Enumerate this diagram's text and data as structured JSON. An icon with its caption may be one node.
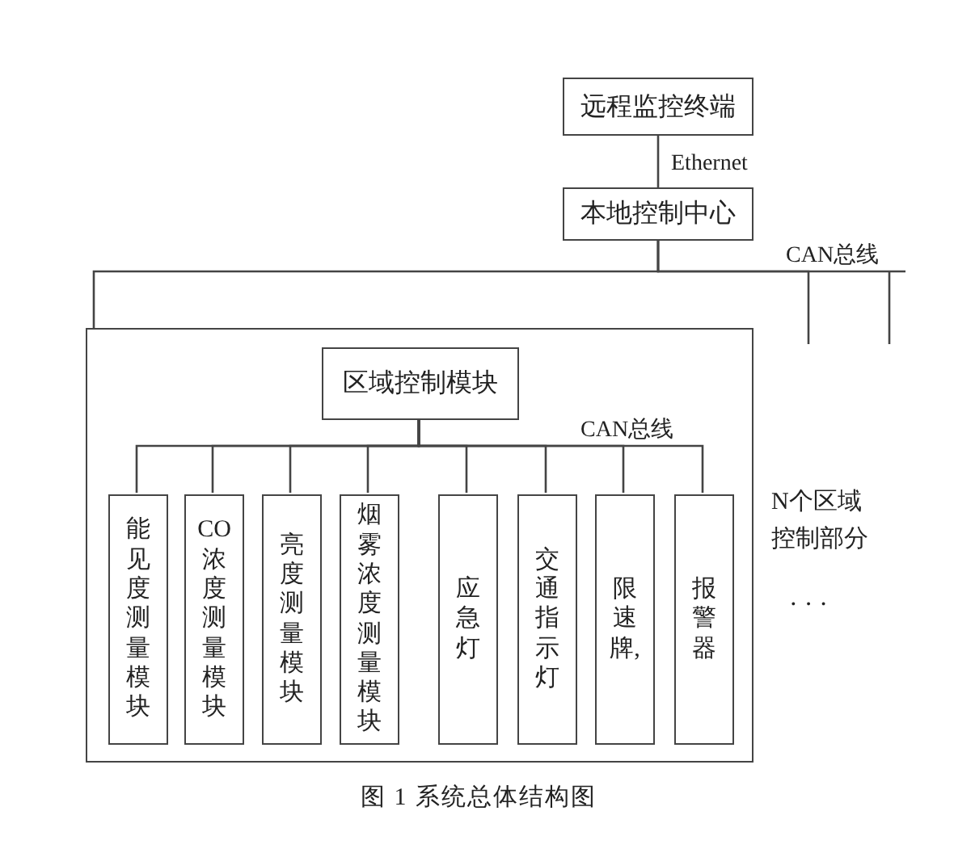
{
  "diagram": {
    "caption": "图 1 系统总体结构图",
    "nodes": [
      {
        "text": [
          "远程监控终端"
        ]
      },
      {
        "text": [
          "本地控制中心"
        ]
      },
      {
        "text": [],
        "shape": "box",
        "beside": [
          "N个区域控制部分"
        ]
      },
      {
        "text": [
          "区域控制模块"
        ],
        "in": 2
      },
      {
        "text": [
          "能见度测量模块"
        ],
        "in": 2
      },
      {
        "text": [
          "CO浓度测量模块"
        ],
        "in": 2
      },
      {
        "text": [
          "亮度测量模块"
        ],
        "in": 2
      },
      {
        "text": [
          "烟雾浓度测量模块"
        ],
        "in": 2
      },
      {
        "text": [
          "应急灯"
        ],
        "in": 2
      },
      {
        "text": [
          "交通指示灯"
        ],
        "in": 2
      },
      {
        "text": [
          "限速牌,"
        ],
        "in": 2
      },
      {
        "text": [
          "报警器"
        ],
        "in": 2
      }
    ],
    "edges": [
      {
        "from": 0,
        "to": 1,
        "arrow": "none",
        "label": "Ethernet"
      },
      {
        "from": 1,
        "to": 2,
        "arrow": "none"
      },
      {
        "from": 1,
        "to": null,
        "arrow": "none"
      },
      {
        "from": 1,
        "to": null,
        "arrow": "none",
        "label": "CAN总线"
      },
      {
        "from": 3,
        "to": 4,
        "arrow": "none"
      },
      {
        "from": 3,
        "to": 5,
        "arrow": "none"
      },
      {
        "from": 3,
        "to": 6,
        "arrow": "none"
      },
      {
        "from": 3,
        "to": 7,
        "arrow": "none"
      },
      {
        "from": 3,
        "to": 8,
        "arrow": "none"
      },
      {
        "from": 3,
        "to": 9,
        "arrow": "none"
      },
      {
        "from": 3,
        "to": 10,
        "arrow": "none"
      },
      {
        "from": 3,
        "to": 11,
        "arrow": "none",
        "label": "CAN总线"
      }
    ],
    "labels": [
      "· · ·"
    ]
  }
}
